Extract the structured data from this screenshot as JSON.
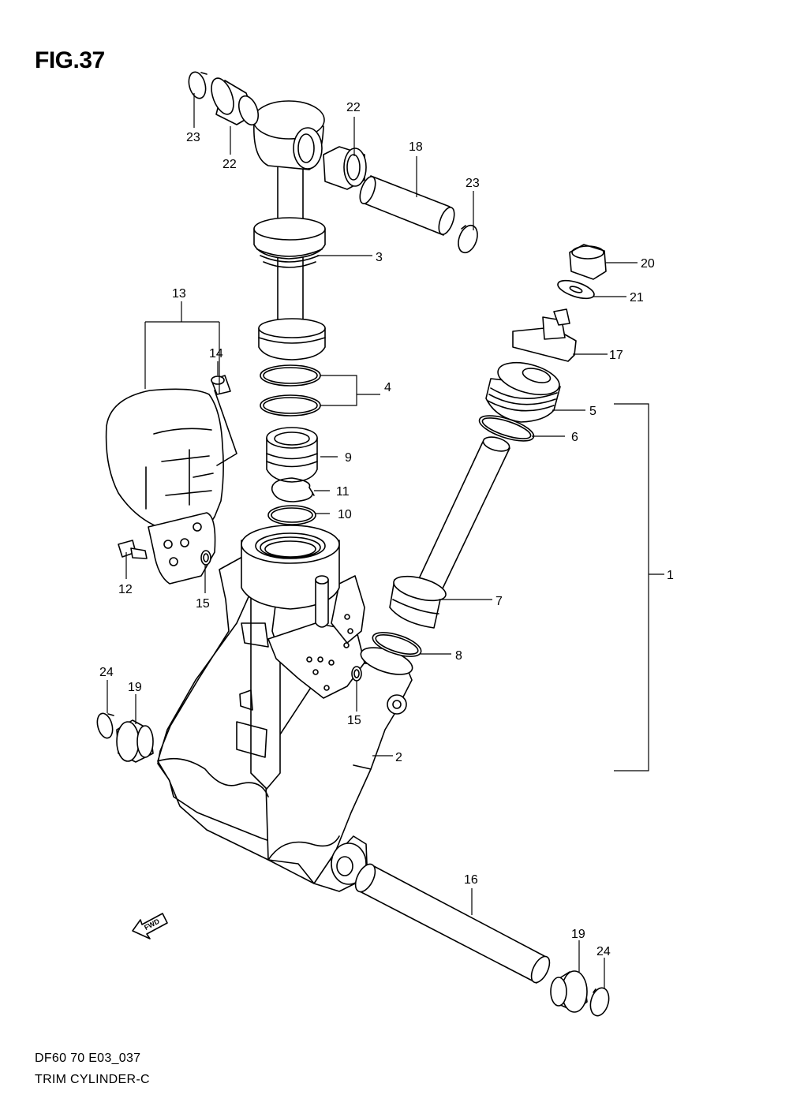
{
  "figure": {
    "title": "FIG.37",
    "model_code": "DF60 70 E03_037",
    "caption": "TRIM CYLINDER-C"
  },
  "fwd_marker": "FWD",
  "callouts": [
    {
      "id": "c1",
      "label": "1"
    },
    {
      "id": "c2",
      "label": "2"
    },
    {
      "id": "c3",
      "label": "3"
    },
    {
      "id": "c4",
      "label": "4"
    },
    {
      "id": "c5",
      "label": "5"
    },
    {
      "id": "c6",
      "label": "6"
    },
    {
      "id": "c7",
      "label": "7"
    },
    {
      "id": "c8",
      "label": "8"
    },
    {
      "id": "c9",
      "label": "9"
    },
    {
      "id": "c10",
      "label": "10"
    },
    {
      "id": "c11",
      "label": "11"
    },
    {
      "id": "c12",
      "label": "12"
    },
    {
      "id": "c13",
      "label": "13"
    },
    {
      "id": "c14",
      "label": "14"
    },
    {
      "id": "c15a",
      "label": "15"
    },
    {
      "id": "c15b",
      "label": "15"
    },
    {
      "id": "c16",
      "label": "16"
    },
    {
      "id": "c17",
      "label": "17"
    },
    {
      "id": "c18",
      "label": "18"
    },
    {
      "id": "c19a",
      "label": "19"
    },
    {
      "id": "c19b",
      "label": "19"
    },
    {
      "id": "c20",
      "label": "20"
    },
    {
      "id": "c21",
      "label": "21"
    },
    {
      "id": "c22a",
      "label": "22"
    },
    {
      "id": "c22b",
      "label": "22"
    },
    {
      "id": "c23a",
      "label": "23"
    },
    {
      "id": "c23b",
      "label": "23"
    },
    {
      "id": "c24a",
      "label": "24"
    },
    {
      "id": "c24b",
      "label": "24"
    }
  ]
}
